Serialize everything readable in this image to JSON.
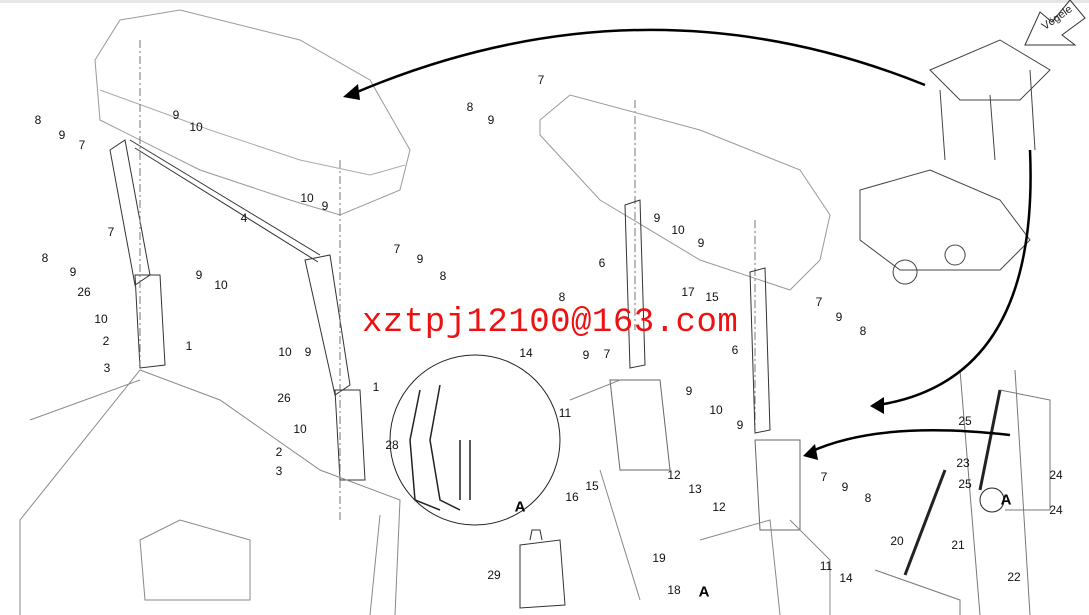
{
  "diagram": {
    "brand_logo": "Vögele",
    "watermark": "xztpj12100@163.com",
    "detail_letter": "A",
    "callouts": [
      "8",
      "9",
      "7",
      "9",
      "10",
      "10",
      "9",
      "4",
      "8",
      "7",
      "9",
      "9",
      "10",
      "26",
      "10",
      "2",
      "1",
      "3",
      "7",
      "9",
      "8",
      "10",
      "9",
      "1",
      "26",
      "10",
      "2",
      "3",
      "28",
      "29",
      "7",
      "8",
      "9",
      "9",
      "10",
      "9",
      "6",
      "17",
      "15",
      "6",
      "8",
      "14",
      "9",
      "7",
      "11",
      "16",
      "15",
      "9",
      "10",
      "9",
      "12",
      "13",
      "12",
      "7",
      "9",
      "8",
      "11",
      "14",
      "19",
      "18",
      "7",
      "9",
      "8",
      "25",
      "23",
      "25",
      "24",
      "24",
      "20",
      "21",
      "22"
    ],
    "detail_markers": [
      "A",
      "A",
      "A"
    ]
  }
}
